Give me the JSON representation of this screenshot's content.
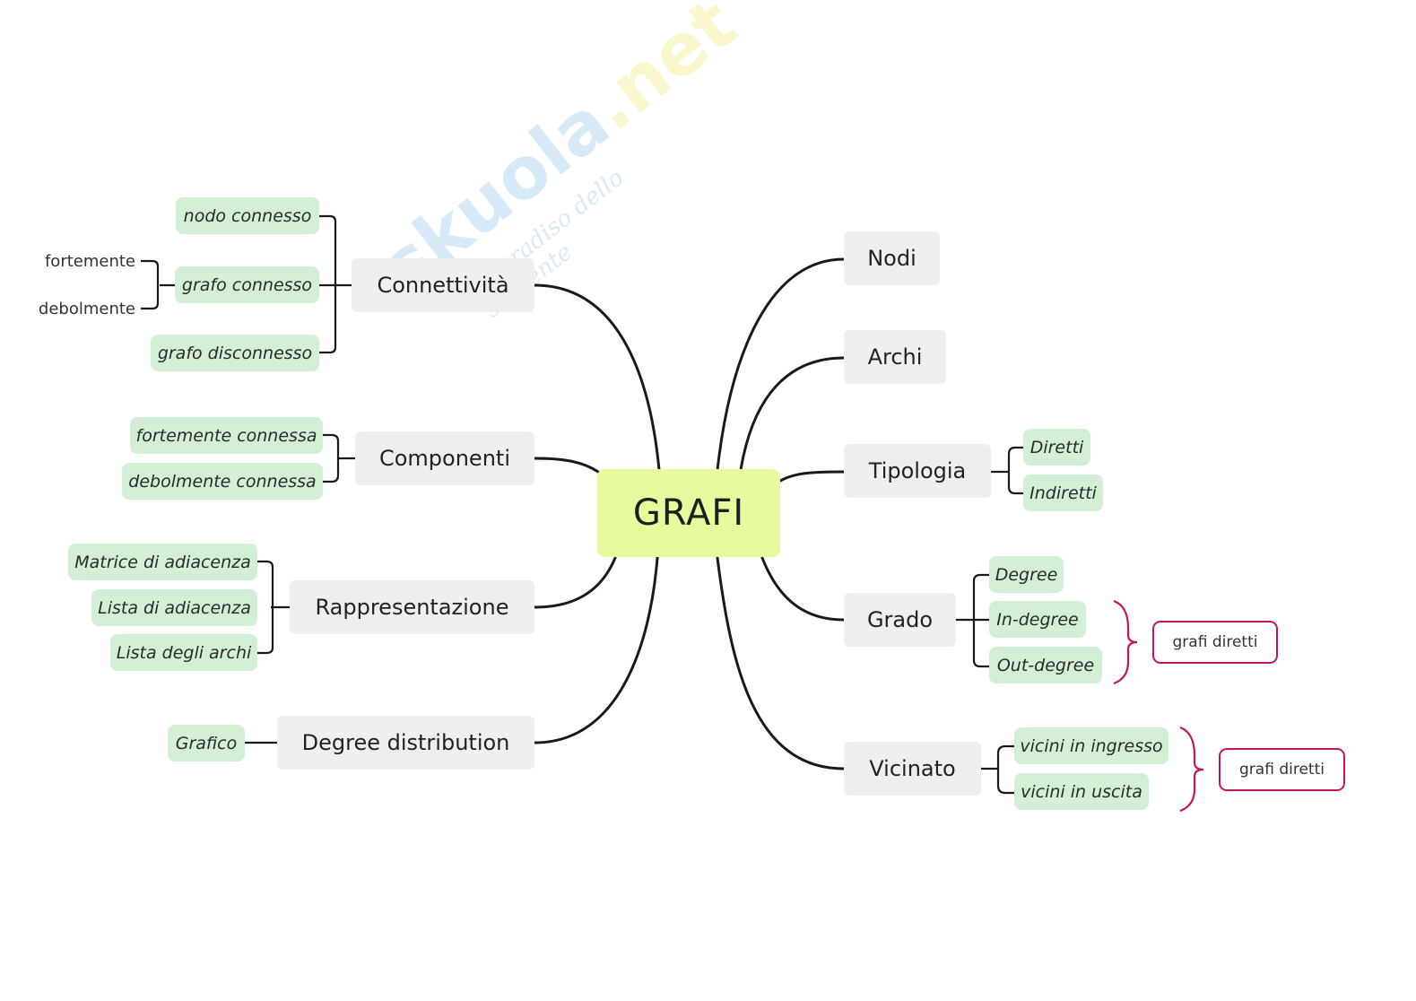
{
  "watermark": {
    "brand": "skuola",
    "tld": ".net",
    "tagline": "il paradiso dello studente"
  },
  "center": "GRAFI",
  "left": {
    "connettivita": {
      "label": "Connettività",
      "leaves": [
        "nodo connesso",
        "grafo connesso",
        "grafo disconnesso"
      ],
      "subs": [
        "fortemente",
        "debolmente"
      ]
    },
    "componenti": {
      "label": "Componenti",
      "leaves": [
        "fortemente connessa",
        "debolmente connessa"
      ]
    },
    "rappresentazione": {
      "label": "Rappresentazione",
      "leaves": [
        "Matrice di adiacenza",
        "Lista di adiacenza",
        "Lista degli archi"
      ]
    },
    "degree_distribution": {
      "label": "Degree distribution",
      "leaves": [
        "Grafico"
      ]
    }
  },
  "right": {
    "nodi": {
      "label": "Nodi"
    },
    "archi": {
      "label": "Archi"
    },
    "tipologia": {
      "label": "Tipologia",
      "leaves": [
        "Diretti",
        "Indiretti"
      ]
    },
    "grado": {
      "label": "Grado",
      "leaves": [
        "Degree",
        "In-degree",
        "Out-degree"
      ],
      "note": "grafi diretti"
    },
    "vicinato": {
      "label": "Vicinato",
      "leaves": [
        "vicini in ingresso",
        "vicini in uscita"
      ],
      "note": "grafi diretti"
    }
  },
  "colors": {
    "center": "#e6fb9e",
    "branch": "#efefef",
    "leaf": "#d3f0d6",
    "note_border": "#c2185b",
    "line": "#1a1a1a"
  }
}
